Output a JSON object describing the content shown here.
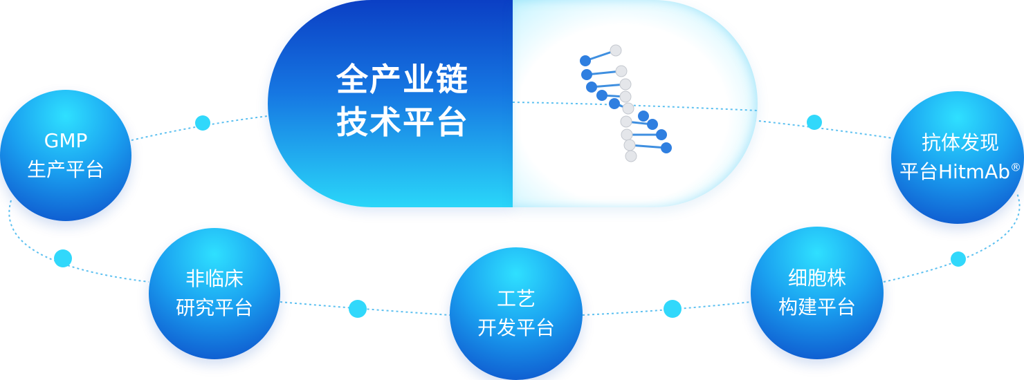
{
  "center": {
    "line1": "全产业链",
    "line2": "技术平台"
  },
  "platforms": {
    "gmp": {
      "line1": "GMP",
      "line2": "生产平台"
    },
    "antibody": {
      "line1": "抗体发现",
      "line2": "平台HitmAb",
      "mark": "®"
    },
    "nonclinical": {
      "line1": "非临床",
      "line2": "研究平台"
    },
    "process": {
      "line1": "工艺",
      "line2": "开发平台"
    },
    "cell": {
      "line1": "细胞株",
      "line2": "构建平台"
    }
  },
  "colors": {
    "primary_dark": "#0b3fc4",
    "primary_light": "#2ad6f9",
    "connector": "#5cc0f0",
    "node_dot": "#31d8fb"
  }
}
